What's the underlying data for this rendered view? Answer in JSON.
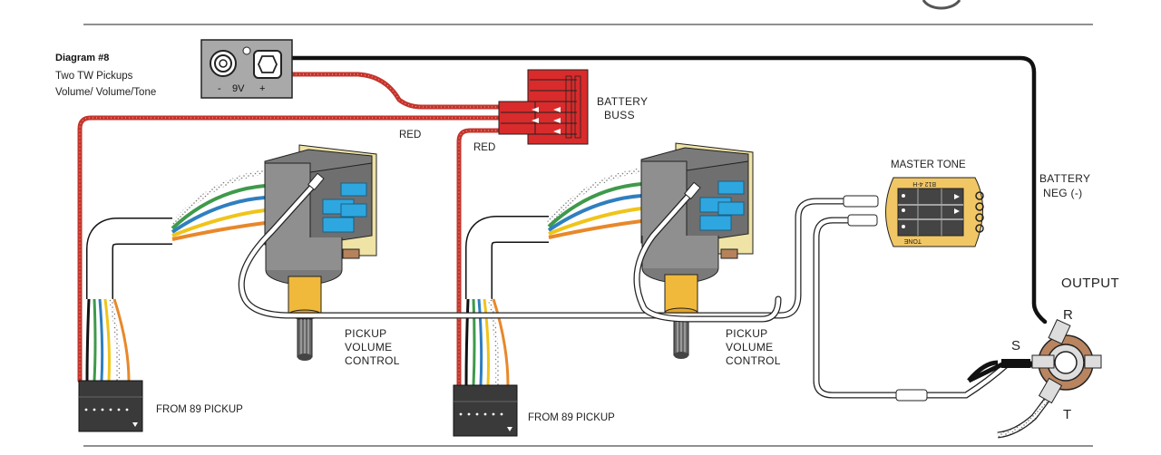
{
  "header": {
    "diagram_number": "Diagram #8",
    "line1": "Two TW Pickups",
    "line2": "Volume/ Volume/Tone"
  },
  "battery": {
    "minus": "-",
    "voltage": "9V",
    "plus": "+"
  },
  "labels": {
    "battery_buss_1": "BATTERY",
    "battery_buss_2": "BUSS",
    "red_1": "RED",
    "red_2": "RED",
    "battery_neg_1": "BATTERY",
    "battery_neg_2": "NEG (-)",
    "master_tone": "MASTER TONE",
    "tone_pcb_top": "B12 4-H",
    "tone_pcb_bottom": "TONE",
    "output": "OUTPUT",
    "jack_r": "R",
    "jack_s": "S",
    "jack_t": "T",
    "pickup_vol_1_a": "PICKUP",
    "pickup_vol_1_b": "VOLUME",
    "pickup_vol_1_c": "CONTROL",
    "pickup_vol_2_a": "PICKUP",
    "pickup_vol_2_b": "VOLUME",
    "pickup_vol_2_c": "CONTROL",
    "from_pickup_1": "FROM 89 PICKUP",
    "from_pickup_2": "FROM 89 PICKUP"
  },
  "colors": {
    "red_wire": "#c4342b",
    "black_wire": "#111111",
    "green_wire": "#3e9a4a",
    "blue_wire": "#2f7fc0",
    "yellow_wire": "#f0c419",
    "orange_wire": "#e8882a",
    "battery_buss": "#d92b2b",
    "switch_blue": "#2ea7e0",
    "pcb_board": "#efe3a6",
    "tone_pcb": "#f1c766",
    "pot_body": "#8f8f8f",
    "pot_shaft": "#f0b93b"
  }
}
